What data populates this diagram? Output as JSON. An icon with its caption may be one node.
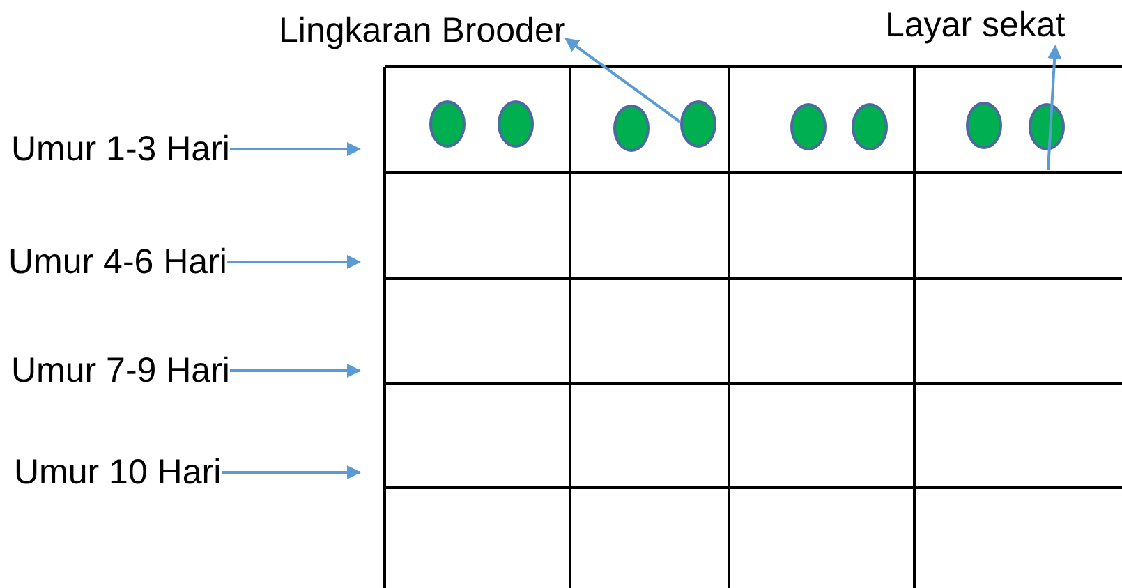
{
  "diagram": {
    "nodes": [
      {
        "text": [
          "Lingkaran Brooder"
        ]
      },
      {
        "text": [
          "Layar sekat"
        ]
      },
      {
        "text": [
          "Umur 1-3 Hari"
        ]
      },
      {
        "text": [
          "Umur 4-6 Hari"
        ]
      },
      {
        "text": [
          "Umur 7-9 Hari"
        ]
      },
      {
        "text": [
          "Umur 10 Hari"
        ]
      },
      {
        "text": [],
        "shape": "circle"
      },
      {
        "text": [],
        "shape": "circle"
      },
      {
        "text": [],
        "shape": "circle"
      },
      {
        "text": [],
        "shape": "circle"
      },
      {
        "text": [],
        "shape": "circle"
      },
      {
        "text": [],
        "shape": "circle"
      },
      {
        "text": [],
        "shape": "circle"
      },
      {
        "text": [],
        "shape": "circle"
      }
    ],
    "edges": [
      {
        "from": 9,
        "to": 0,
        "arrow": "to"
      },
      {
        "from": null,
        "to": 1,
        "arrow": "to"
      },
      {
        "from": 2,
        "to": null,
        "arrow": "to"
      },
      {
        "from": 3,
        "to": null,
        "arrow": "to"
      },
      {
        "from": 4,
        "to": null,
        "arrow": "to"
      },
      {
        "from": 5,
        "to": null,
        "arrow": "to"
      }
    ]
  }
}
